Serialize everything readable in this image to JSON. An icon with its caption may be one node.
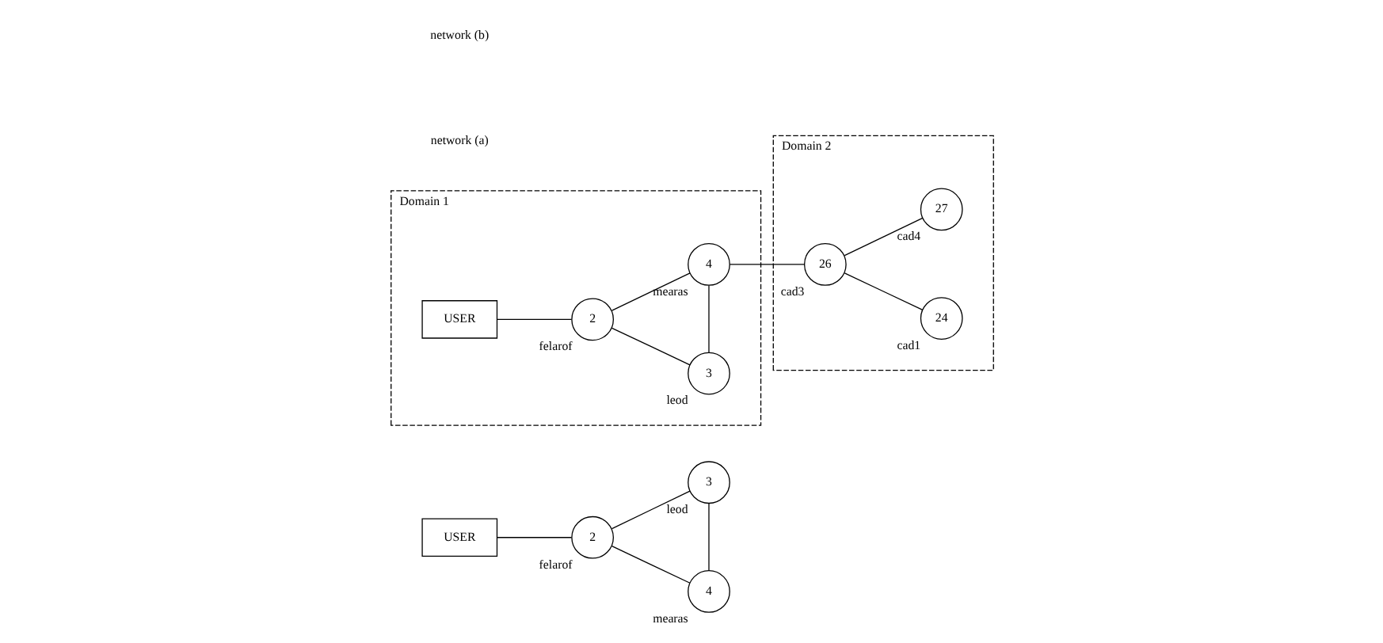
{
  "diagram": {
    "nodes": [
      {
        "text": [
          "USER"
        ]
      },
      {
        "text": [
          "2"
        ],
        "beside": [
          "felarof"
        ]
      },
      {
        "text": [
          "3"
        ],
        "beside": [
          "leod"
        ]
      },
      {
        "text": [
          "4"
        ],
        "beside": [
          "mearas"
        ]
      },
      {
        "text": [
          "Domain 1"
        ]
      },
      {
        "text": [
          "USER"
        ],
        "in": 4
      },
      {
        "text": [
          "2"
        ],
        "in": 4,
        "beside": [
          "felarof"
        ]
      },
      {
        "text": [
          "3"
        ],
        "in": 4,
        "beside": [
          "leod"
        ]
      },
      {
        "text": [
          "4"
        ],
        "in": 4,
        "beside": [
          "mearas"
        ]
      },
      {
        "text": [
          "Domain 2"
        ]
      },
      {
        "text": [
          "26"
        ],
        "in": 9,
        "beside": [
          "cad3"
        ]
      },
      {
        "text": [
          "24"
        ],
        "in": 9,
        "beside": [
          "cad1"
        ]
      },
      {
        "text": [
          "27"
        ],
        "in": 9,
        "beside": [
          "cad4"
        ]
      }
    ],
    "edges": [
      {
        "from": 0,
        "to": 1,
        "arrow": "none"
      },
      {
        "from": 1,
        "to": 2,
        "arrow": "none"
      },
      {
        "from": 1,
        "to": 3,
        "arrow": "none"
      },
      {
        "from": 2,
        "to": 3,
        "arrow": "none"
      },
      {
        "from": 5,
        "to": 6,
        "arrow": "none"
      },
      {
        "from": 6,
        "to": 7,
        "arrow": "none"
      },
      {
        "from": 6,
        "to": 8,
        "arrow": "none"
      },
      {
        "from": 7,
        "to": 8,
        "arrow": "none"
      },
      {
        "from": 8,
        "to": 10,
        "arrow": "none"
      },
      {
        "from": 10,
        "to": 11,
        "arrow": "none"
      },
      {
        "from": 10,
        "to": 12,
        "arrow": "none"
      }
    ],
    "labels": [
      "network (a)",
      "network (b)"
    ]
  }
}
